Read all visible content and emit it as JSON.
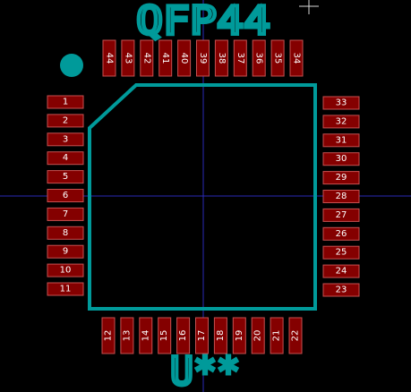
{
  "footprint": {
    "value_label": "QFP44",
    "reference_label": "U**",
    "pads": {
      "left": [
        "1",
        "2",
        "3",
        "4",
        "5",
        "6",
        "7",
        "8",
        "9",
        "10",
        "11"
      ],
      "bottom": [
        "12",
        "13",
        "14",
        "15",
        "16",
        "17",
        "18",
        "19",
        "20",
        "21",
        "22"
      ],
      "right": [
        "23",
        "24",
        "25",
        "26",
        "27",
        "28",
        "29",
        "30",
        "31",
        "32",
        "33"
      ],
      "top": [
        "34",
        "35",
        "36",
        "37",
        "38",
        "39",
        "40",
        "41",
        "42",
        "43",
        "44"
      ]
    }
  },
  "colors": {
    "background": "#000000",
    "pad_fill": "#840000",
    "pad_outline": "#c85050",
    "silkscreen": "#009a9a",
    "origin_axes": "#2a2ab8",
    "cursor": "#d8d8d8"
  },
  "icons": {
    "pin1_marker": "filled-circle",
    "cursor": "crosshair"
  }
}
